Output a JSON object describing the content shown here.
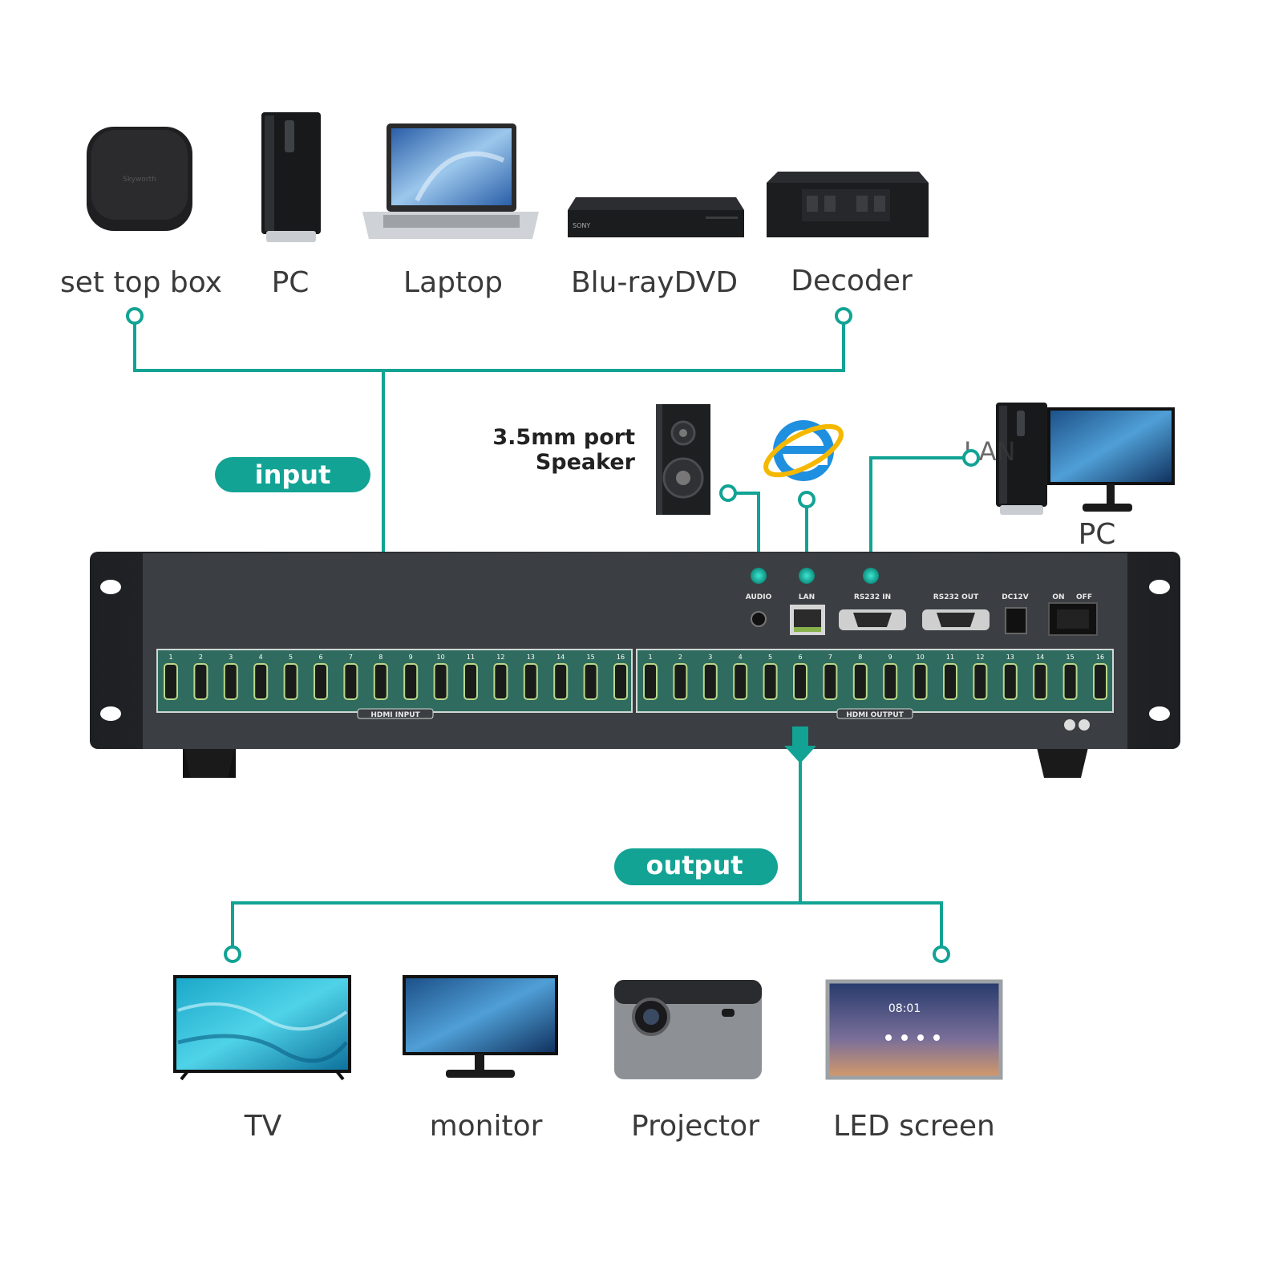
{
  "colors": {
    "accent": "#12a394",
    "device_body": "#3b3e42",
    "port_panel": "#2f6b5e"
  },
  "inputs": {
    "badge": "input",
    "devices": [
      {
        "label": "set top box",
        "icon": "set-top-box-icon"
      },
      {
        "label": "PC",
        "icon": "pc-tower-icon"
      },
      {
        "label": "Laptop",
        "icon": "laptop-icon"
      },
      {
        "label": "Blu-rayDVD",
        "icon": "bluray-player-icon"
      },
      {
        "label": "Decoder",
        "icon": "decoder-icon"
      }
    ]
  },
  "peripherals": {
    "speaker_label_line1": "3.5mm port",
    "speaker_label_line2": "Speaker",
    "lan_label": "LAN",
    "pc_label": "PC"
  },
  "matrix": {
    "rear_panel_labels": {
      "audio": "AUDIO",
      "lan": "LAN",
      "rs232_in": "RS232 IN",
      "rs232_out": "RS232 OUT",
      "dc": "DC12V",
      "on": "ON",
      "off": "OFF"
    },
    "hdmi_input_label": "HDMI INPUT",
    "hdmi_output_label": "HDMI OUTPUT",
    "port_numbers": [
      "1",
      "2",
      "3",
      "4",
      "5",
      "6",
      "7",
      "8",
      "9",
      "10",
      "11",
      "12",
      "13",
      "14",
      "15",
      "16"
    ]
  },
  "outputs": {
    "badge": "output",
    "devices": [
      {
        "label": "TV",
        "icon": "tv-icon"
      },
      {
        "label": "monitor",
        "icon": "monitor-icon"
      },
      {
        "label": "Projector",
        "icon": "projector-icon"
      },
      {
        "label": "LED screen",
        "icon": "led-screen-icon"
      }
    ],
    "led_screen_time": "08:01"
  }
}
